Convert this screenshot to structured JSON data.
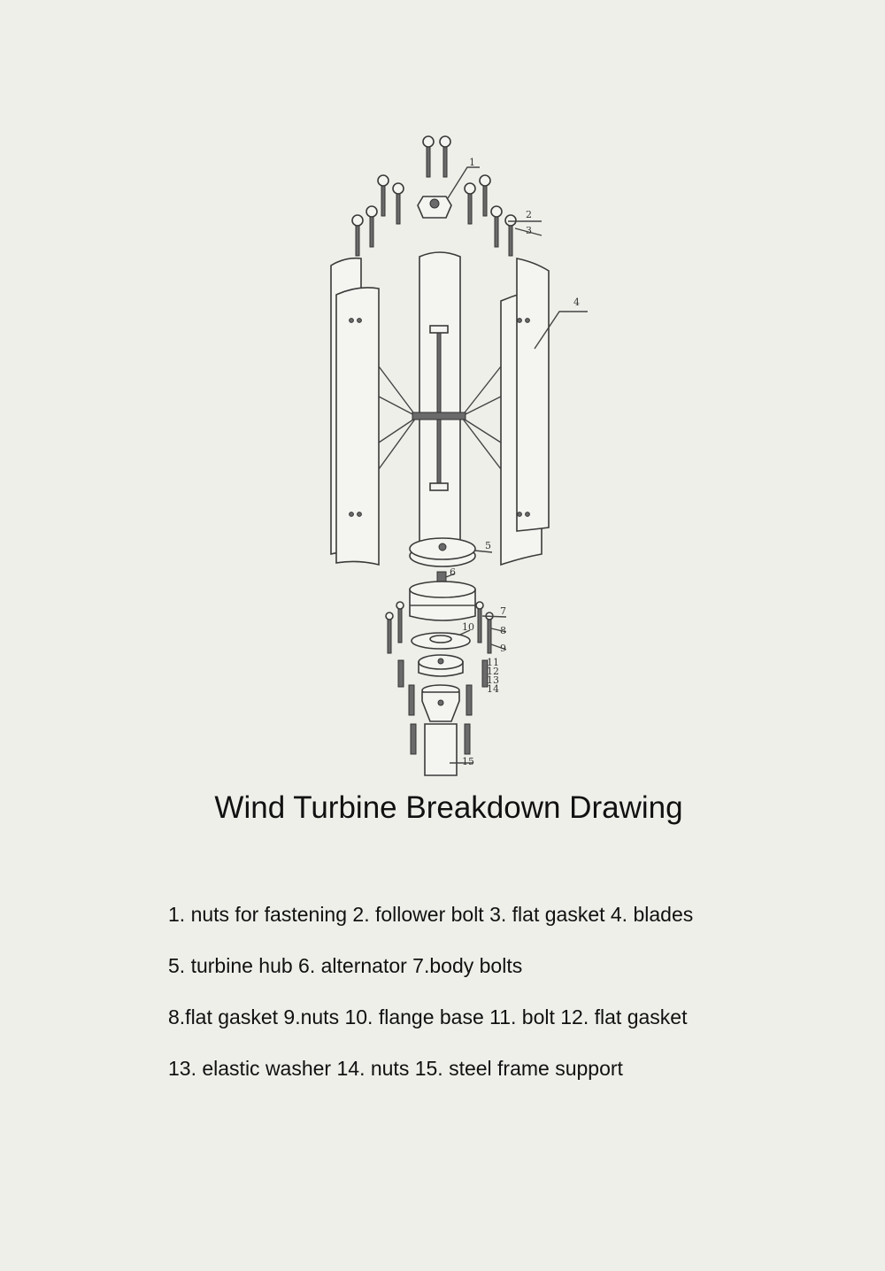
{
  "title": "Wind Turbine Breakdown Drawing",
  "callouts": [
    "1",
    "2",
    "3",
    "4",
    "5",
    "6",
    "7",
    "8",
    "9",
    "10",
    "11",
    "12",
    "13",
    "14",
    "15"
  ],
  "legend": [
    "1. nuts for fastening 2. follower bolt 3. flat gasket 4. blades",
    "5. turbine hub 6. alternator 7.body bolts",
    "8.flat gasket 9.nuts 10. flange base 11. bolt 12. flat gasket",
    "13. elastic washer 14. nuts 15. steel frame support"
  ],
  "colors": {
    "background": "#efefea",
    "line": "#3a3a3a",
    "text": "#111111"
  }
}
